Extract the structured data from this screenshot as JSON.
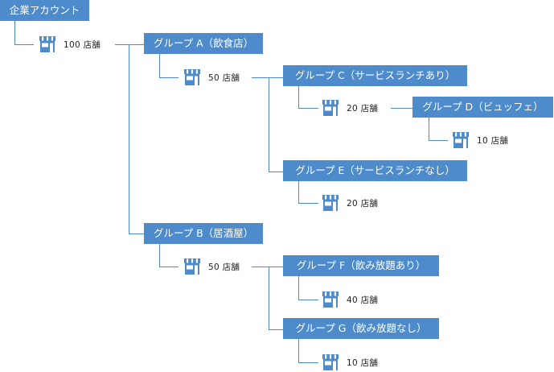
{
  "root": {
    "label": "企業アカウント"
  },
  "stores": {
    "root": "100 店舗",
    "a": "50 店舗",
    "c": "20 店舗",
    "d": "10 店舗",
    "e": "20 店舗",
    "b": "50 店舗",
    "f": "40 店舗",
    "g": "10 店舗"
  },
  "groups": {
    "a": "グループ A（飲食店）",
    "b": "グループ B（居酒屋）",
    "c": "グループ C（サービスランチあり）",
    "d": "グループ D（ビュッフェ）",
    "e": "グループ E（サービスランチなし）",
    "f": "グループ F（飲み放題あり）",
    "g": "グループ G（飲み放題なし）"
  },
  "colors": {
    "box": "#4d8bcb",
    "icon": "#4d8bcb",
    "line": "#4d8bcb"
  },
  "icon_name": "store-icon"
}
